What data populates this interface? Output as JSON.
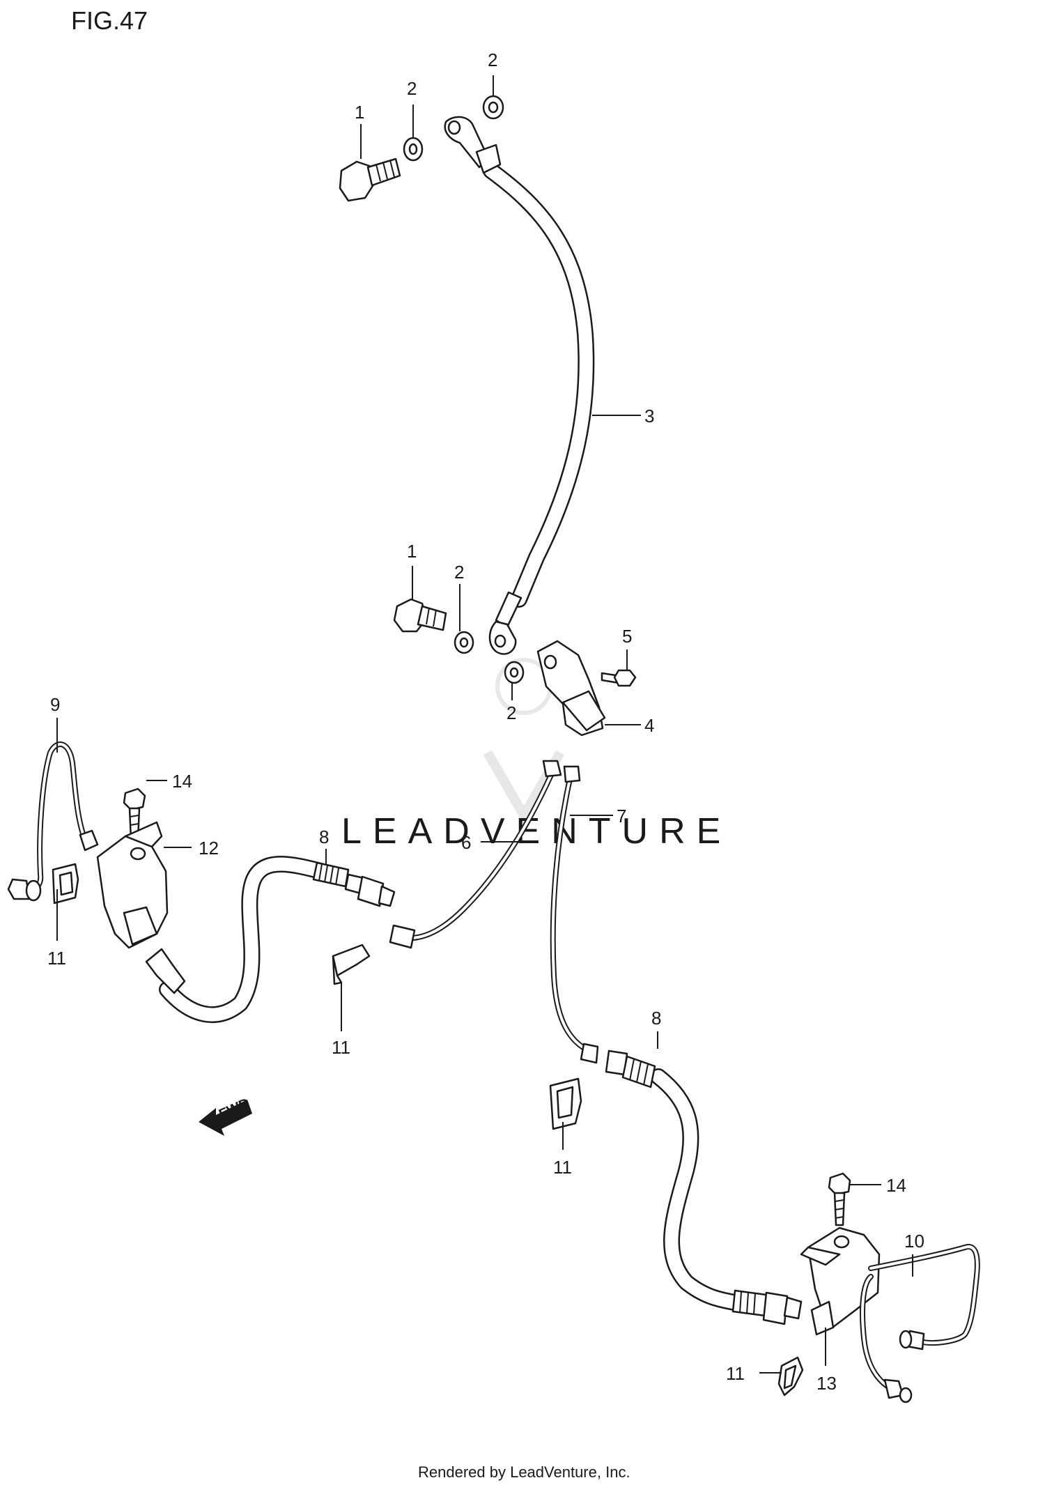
{
  "figure": {
    "title": "FIG.47",
    "watermark": "LEADVENTURE",
    "footer": "Rendered by LeadVenture, Inc.",
    "fwd_label": "FWD"
  },
  "callouts": {
    "c1a": "1",
    "c2a": "2",
    "c2b": "2",
    "c3": "3",
    "c1b": "1",
    "c2c": "2",
    "c5": "5",
    "c2d": "2",
    "c4": "4",
    "c9": "9",
    "c14a": "14",
    "c7": "7",
    "c12": "12",
    "c8a": "8",
    "c6": "6",
    "c11a": "11",
    "c11b": "11",
    "c8b": "8",
    "c11c": "11",
    "c14b": "14",
    "c10": "10",
    "c11d": "11",
    "c13": "13"
  }
}
